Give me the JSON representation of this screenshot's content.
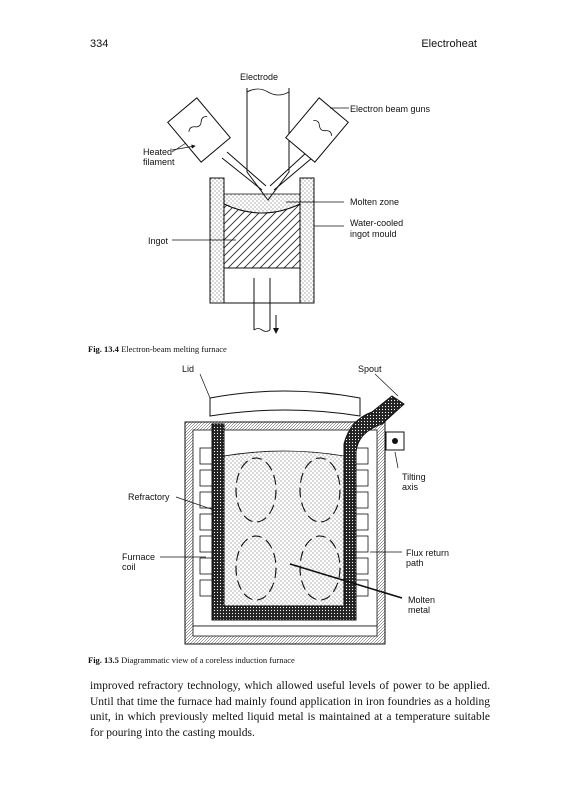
{
  "header": {
    "page_number": "334",
    "running_title": "Electroheat"
  },
  "figure1": {
    "caption_number": "Fig. 13.4",
    "caption_text": "Electron-beam melting furnace",
    "labels": {
      "electrode": "Electrode",
      "guns": "Electron beam guns",
      "heated": "Heated",
      "filament": "filament",
      "molten_zone": "Molten zone",
      "water_cooled": "Water-cooled",
      "ingot_mould": "ingot mould",
      "ingot": "Ingot"
    }
  },
  "figure2": {
    "caption_number": "Fig. 13.5",
    "caption_text": "Diagrammatic view of a coreless induction furnace",
    "labels": {
      "lid": "Lid",
      "spout": "Spout",
      "tilting": "Tilting",
      "axis": "axis",
      "refractory": "Refractory",
      "furnace": "Furnace",
      "coil": "coil",
      "flux_return": "Flux return",
      "path": "path",
      "molten": "Molten",
      "metal": "metal"
    }
  },
  "body_text": "improved refractory technology, which allowed useful levels of power to be applied. Until that time the furnace had mainly found application in iron foundries as a holding unit, in which previously melted liquid metal is maintained at a temperature suitable for pouring into the casting moulds."
}
